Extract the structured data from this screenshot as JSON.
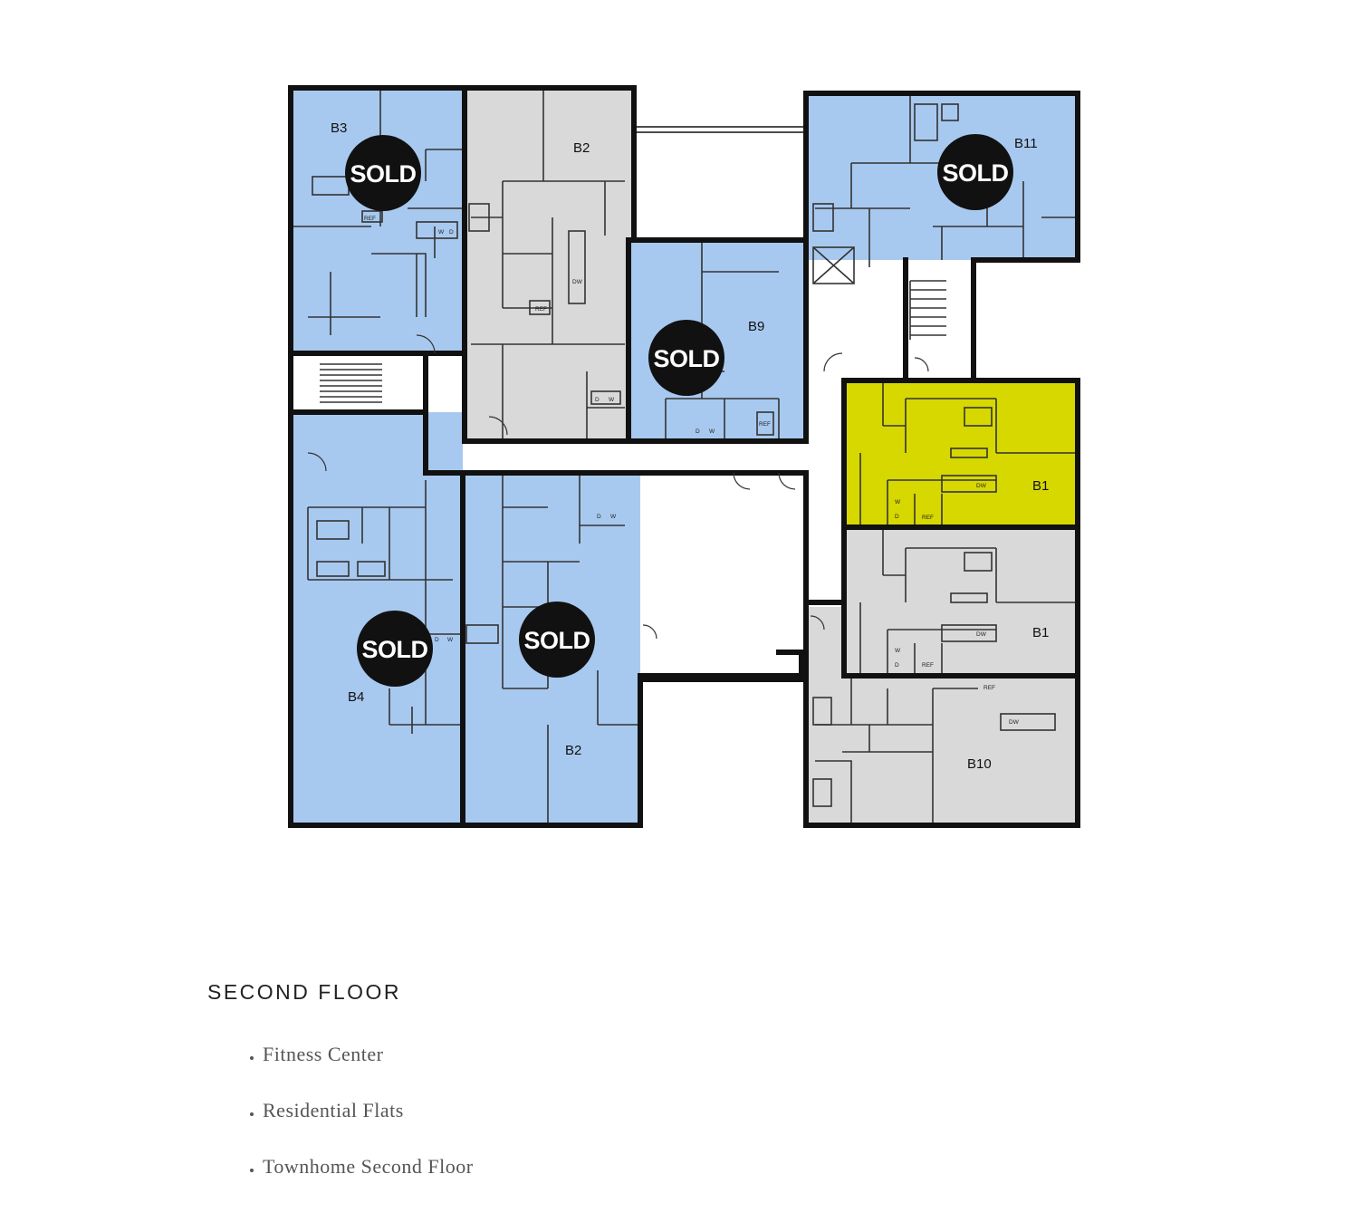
{
  "colors": {
    "sold": "#a8c9ef",
    "available": "#d9d9d9",
    "selected": "#d6d800",
    "wall": "#111111",
    "badge": "#111111"
  },
  "plan": {
    "sold_badge": "SOLD",
    "units": [
      {
        "id": "b3",
        "label": "B3",
        "status": "sold"
      },
      {
        "id": "b2-north",
        "label": "B2",
        "status": "available"
      },
      {
        "id": "b11",
        "label": "B11",
        "status": "sold"
      },
      {
        "id": "b9",
        "label": "B9",
        "status": "sold"
      },
      {
        "id": "b1-upper",
        "label": "B1",
        "status": "selected"
      },
      {
        "id": "b1-lower",
        "label": "B1",
        "status": "available"
      },
      {
        "id": "b4",
        "label": "B4",
        "status": "sold"
      },
      {
        "id": "b2-south",
        "label": "B2",
        "status": "sold"
      },
      {
        "id": "b10",
        "label": "B10",
        "status": "available"
      }
    ],
    "fixture_labels": {
      "ref": "REF",
      "dw": "DW",
      "w": "W",
      "d": "D"
    }
  },
  "section": {
    "title": "SECOND FLOOR",
    "items": [
      "Fitness Center",
      "Residential Flats",
      "Townhome Second Floor"
    ]
  }
}
